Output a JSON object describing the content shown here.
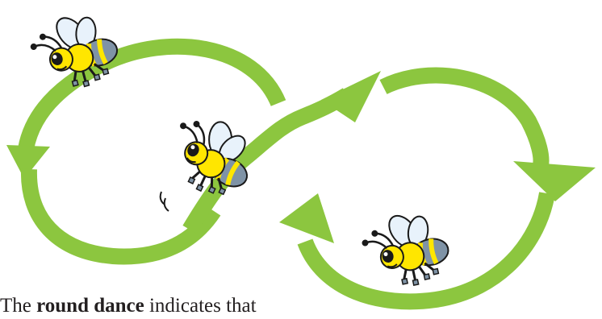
{
  "caption": {
    "prefix": "The ",
    "emphasis": "round dance",
    "suffix": " indicates that"
  },
  "colors": {
    "arrow": "#8cc63f",
    "bee_body": "#ffe600",
    "bee_stripe": "#7f93a6",
    "bee_wing": "#e8f2fb",
    "outline": "#1a1a1a"
  },
  "icons": [
    "loop-arrow-icon",
    "bee-icon"
  ]
}
